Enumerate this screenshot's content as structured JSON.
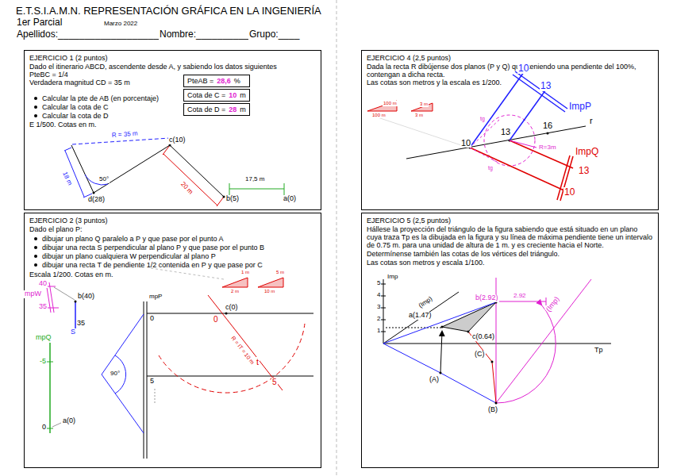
{
  "diagram": {
    "title": "E.T.S.I.A.M.N. REPRESENTACIÓN GRÁFICA EN LA INGENIERÍA",
    "nodes": [
      {
        "text": [
          "EJERCICIO 1 (2 puntos)",
          "Dado el itinerario ABCD, ascendente desde A, y sabiendo los datos siguientes",
          "PteBC = 1/4",
          "Verdadera magnitud CD = 35 m",
          "Calcular la pte de AB (en porcentaje)",
          "Calcular la cota de C",
          "Calcular la cota de D",
          "E 1/500. Cotas en m."
        ]
      },
      {
        "text": [
          "PteAB =",
          "28,6",
          "%"
        ],
        "in": 0
      },
      {
        "text": [
          "Cota de C =",
          "10",
          "m"
        ],
        "in": 0
      },
      {
        "text": [
          "Cota de D =",
          "28",
          "m"
        ],
        "in": 0
      },
      {
        "text": [
          "EJERCICIO 4 (2,5 puntos)",
          "Dada la recta R dibújense dos planos (P y Q) que, teniendo una pendiente del 100%, contengan a dicha recta.",
          "Las cotas son metros y la escala es 1/200."
        ]
      },
      {
        "text": [
          "EJERCICIO 2 (3 puntos)",
          "Dado el plano P:",
          "dibujar un plano Q paralelo a P y que pase por el punto A",
          "dibujar una recta S perpendicular al plano P y que pase por el punto B",
          "dibujar un plano cualquiera W perpendicular al plano P",
          "dibujar una recta T de pendiente 1/2 contenida en P y que pase por C",
          "Escala 1/200. Cotas en m."
        ]
      },
      {
        "text": [
          "EJERCICIO 5 (2,5 puntos)",
          "Hállese la proyección del triángulo de la figura sabiendo que está situado en un plano cuya traza Tp es la dibujada en la figura y su línea de máxima pendiente tiene un intervalo de 0.75 m. para una unidad de altura de 1 m. y es creciente hacia el Norte.",
          "Determínense también las cotas de los vértices del triángulo.",
          "Las cotas son metros y escala 1/100."
        ]
      }
    ],
    "labels": [
      "1er Parcial",
      "Marzo 2022",
      "Apellidos:____________________",
      "Nombre:__________",
      "Grupo:____",
      "R = 35 m",
      "c(10)",
      "18 m",
      "50°",
      "d(28)",
      "20 m",
      "b(5)",
      "17,5 m",
      "a(0)",
      "100 m",
      "100 m",
      "3 m",
      "3 m",
      "10",
      "13",
      "ImpP",
      "tg",
      "16",
      "r",
      "10",
      "13",
      "R=3m",
      "tg",
      "ImpQ",
      "13",
      "10",
      "40",
      "mpW",
      "b(40)",
      "35",
      "35",
      "S",
      "mpQ",
      "-5",
      "0",
      "a(0)",
      "mpP",
      "0",
      "c(0)",
      "1 m",
      "2 m",
      "5 m",
      "10 m",
      "0",
      "R = IT = 10 m",
      "t",
      "90°",
      "5",
      "5",
      "Imp",
      "5",
      "4",
      "3",
      "2",
      "1",
      "(Imp)",
      "a(1.47)",
      "b(2.92)",
      "2.92",
      "(Imp)",
      "c(0.64)",
      "(C)",
      "Tp",
      "(A)",
      "(B)"
    ]
  }
}
